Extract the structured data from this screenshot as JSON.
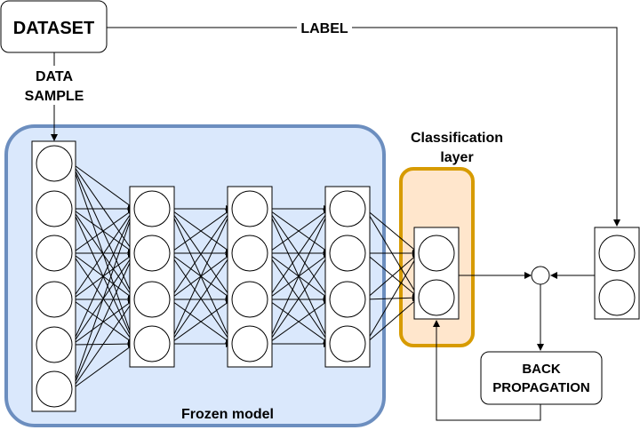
{
  "dataset": {
    "label": "DATASET"
  },
  "data_sample": {
    "line1": "DATA",
    "line2": "SAMPLE"
  },
  "label_edge": {
    "text": "LABEL"
  },
  "classification": {
    "line1": "Classification",
    "line2": "layer"
  },
  "frozen_model": {
    "label": "Frozen model"
  },
  "back_propagation": {
    "line1": "BACK",
    "line2": "PROPAGATION"
  },
  "network": {
    "layer_sizes": [
      6,
      4,
      4,
      4
    ],
    "classifier_nodes": 2,
    "label_nodes": 2
  },
  "colors": {
    "frozen_fill": "#dae8fc",
    "frozen_stroke": "#6c8ebf",
    "classifier_fill": "#ffe6cc",
    "classifier_stroke": "#d79b00",
    "line": "#000000"
  }
}
